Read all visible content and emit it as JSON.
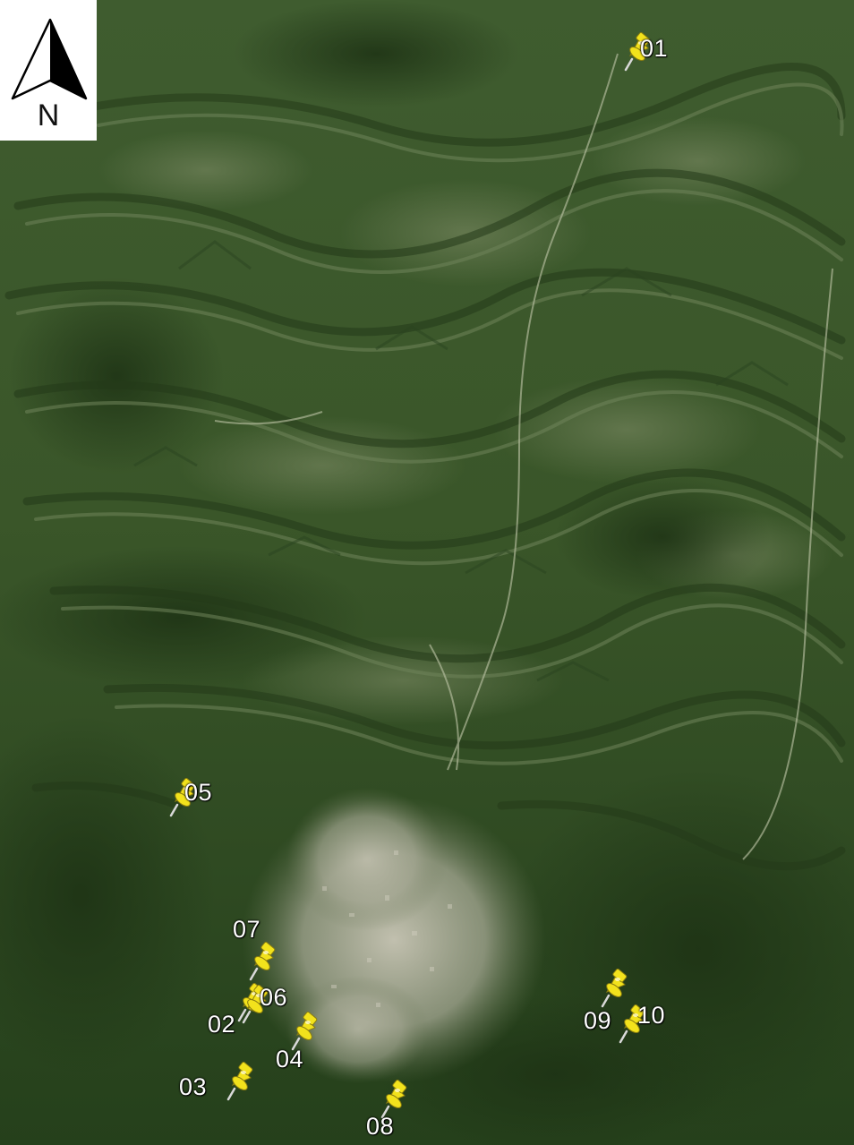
{
  "compass": {
    "letter": "N",
    "icon": "north-arrow-icon"
  },
  "colors": {
    "forest_dark": "#23391a",
    "forest_mid": "#3c5a2c",
    "ridge_light": "#6f845a",
    "urban": "#b9b6a6",
    "marker_fill": "#f2e21c",
    "label": "#ffffff"
  },
  "markers": [
    {
      "id": "01",
      "label": "01",
      "icon": "pushpin-icon"
    },
    {
      "id": "02",
      "label": "02",
      "icon": "pushpin-icon"
    },
    {
      "id": "03",
      "label": "03",
      "icon": "pushpin-icon"
    },
    {
      "id": "04",
      "label": "04",
      "icon": "pushpin-icon"
    },
    {
      "id": "05",
      "label": "05",
      "icon": "pushpin-icon"
    },
    {
      "id": "06",
      "label": "06",
      "icon": "pushpin-icon"
    },
    {
      "id": "07",
      "label": "07",
      "icon": "pushpin-icon"
    },
    {
      "id": "08",
      "label": "08",
      "icon": "pushpin-icon"
    },
    {
      "id": "09",
      "label": "09",
      "icon": "pushpin-icon"
    },
    {
      "id": "10",
      "label": "10",
      "icon": "pushpin-icon"
    }
  ]
}
